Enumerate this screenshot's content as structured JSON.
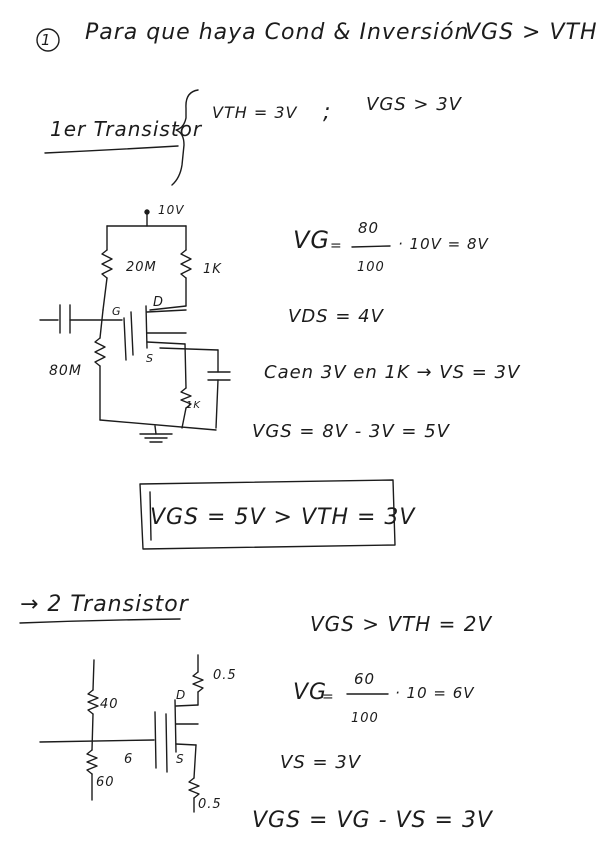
{
  "section1": {
    "number": "1",
    "title": "Para que haya Cond & Inversión",
    "condition": "VGS > VTH",
    "transistor_heading": "1er Transistor",
    "given_vth": "VTH = 3V",
    "separator": ";",
    "given_vgs": "VGS > 3V"
  },
  "circuit1": {
    "supply": "10V",
    "r_top_gate": "20M",
    "r_drain": "1K",
    "gate_label": "G",
    "drain_label": "D",
    "source_label": "S",
    "r_bottom_gate": "80M",
    "r_source": "1K"
  },
  "calc1": {
    "vg_label": "VG",
    "equals": "=",
    "numerator": "80",
    "denominator": "100",
    "multiplier": "· 10V = 8V",
    "vds": "VDS = 4V",
    "caen": "Caen 3V en 1K → VS = 3V",
    "vgs": "VGS = 8V - 3V = 5V",
    "boxed_result": "VGS = 5V > VTH = 3V"
  },
  "section2": {
    "transistor_heading": "→ 2 Transistor",
    "condition": "VGS > VTH = 2V"
  },
  "circuit2": {
    "r_drain": "0.5",
    "r_top_gate": "40",
    "drain_label": "D",
    "gate_label": "6",
    "source_label": "S",
    "r_bottom_gate": "60",
    "r_source": "0.5"
  },
  "calc2": {
    "vg_label": "VG",
    "equals": "=",
    "numerator": "60",
    "denominator": "100",
    "multiplier": "· 10 = 6V",
    "vs": "VS = 3V",
    "vgs": "VGS = VG - VS = 3V"
  }
}
